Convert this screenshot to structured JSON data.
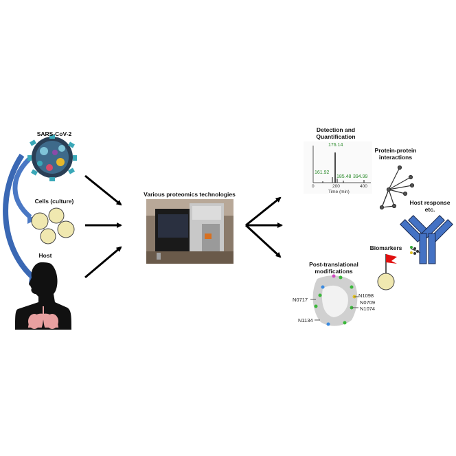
{
  "sources": {
    "virus": "SARS-CoV-2",
    "cells": "Cells (culture)",
    "host": "Host"
  },
  "center": {
    "title": "Various proteomics technologies"
  },
  "outputs": {
    "detection_line1": "Detection and",
    "detection_line2": "Quantification",
    "ppi_line1": "Protein-protein",
    "ppi_line2": "interactions",
    "host_response_line1": "Host response",
    "host_response_line2": "etc.",
    "biomarkers": "Biomarkers",
    "ptm_line1": "Post-translational",
    "ptm_line2": "modifications"
  },
  "spectrum": {
    "xlabel": "Time (min)",
    "ticks": [
      "0",
      "200",
      "400"
    ],
    "peaks": [
      "176.14",
      "161.92",
      "185.48",
      "394.99"
    ]
  },
  "glycosites": {
    "n1098": "N1098",
    "n0709": "N0709",
    "n1074": "N1074",
    "n0717": "N0717",
    "n1134": "N1134"
  },
  "colors": {
    "arrow": "#000000",
    "flow_arrow": "#4a78c4",
    "antibody": "#4472c4",
    "cell": "#f0e8b0",
    "lung": "#e8a0a0",
    "flag": "#e01010",
    "peak_label": "#2a8a2a"
  }
}
